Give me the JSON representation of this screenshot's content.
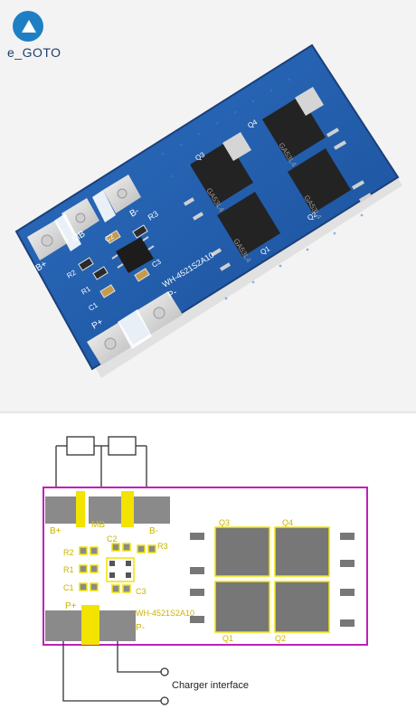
{
  "brand": {
    "logo_text": "e_GOTO"
  },
  "board": {
    "silkscreen": {
      "bplus": "B+",
      "bminus": "B-",
      "mb": "MB",
      "pplus": "P+",
      "pminus": "P-",
      "model": "WH-4521S2A10",
      "r1": "R1",
      "r2": "R2",
      "r3": "R3",
      "c1": "C1",
      "c2": "C2",
      "c3": "C3",
      "q1": "Q1",
      "q2": "Q2",
      "q3": "Q3",
      "q4": "Q4"
    },
    "mosfet_marking": "GA53L4"
  },
  "diagram": {
    "label_bplus": "B+",
    "label_mb": "MB",
    "label_bminus": "B-",
    "label_r2": "R2",
    "label_r1": "R1",
    "label_c1": "C1",
    "label_r3": "R3",
    "label_c2": "C2",
    "label_c3": "C3",
    "label_pplus": "P+",
    "label_pminus": "P-",
    "label_model": "WH-4521S2A10",
    "label_q3": "Q3",
    "label_q4": "Q4",
    "label_q1": "Q1",
    "label_q2": "Q2",
    "charger_label": "Charger interface",
    "colors": {
      "outline": "#c01fc0",
      "pad": "#777777",
      "silk": "#f2e300",
      "wire": "#333333"
    }
  }
}
